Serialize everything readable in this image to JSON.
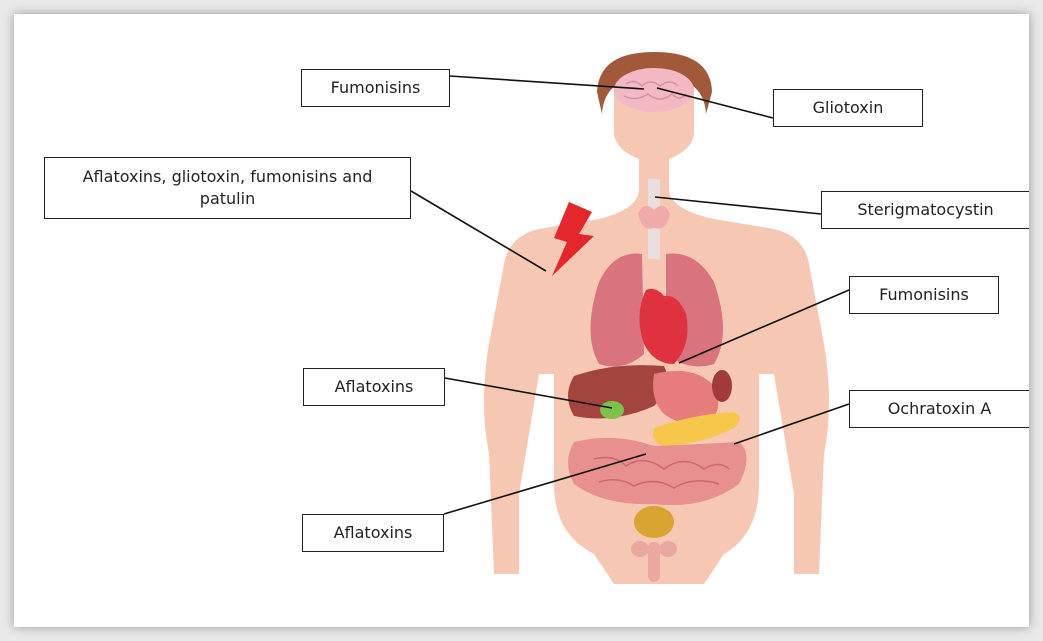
{
  "labels": {
    "brain_fumonisins": "Fumonisins",
    "brain_gliotoxin": "Gliotoxin",
    "multi_toxins": "Aflatoxins, gliotoxin, fumonisins and patulin",
    "thyroid_sterigmatocystin": "Sterigmatocystin",
    "heart_fumonisins": "Fumonisins",
    "liver_aflatoxins": "Aflatoxins",
    "kidney_ochratoxin": "Ochratoxin A",
    "intestine_aflatoxins": "Aflatoxins"
  },
  "colors": {
    "skin": "#f6c8b3",
    "hair": "#a2593a",
    "brain": "#f2b9c4",
    "lungs": "#d9737d",
    "heart": "#e0323e",
    "liver": "#a3443e",
    "gallbladder": "#7cc24a",
    "stomach": "#e67c7c",
    "pancreas": "#f6c74a",
    "intestine": "#e88f8f",
    "bladder": "#d9a431",
    "lightning": "#e5262b"
  },
  "icons": [
    "lightning-bolt-icon"
  ]
}
